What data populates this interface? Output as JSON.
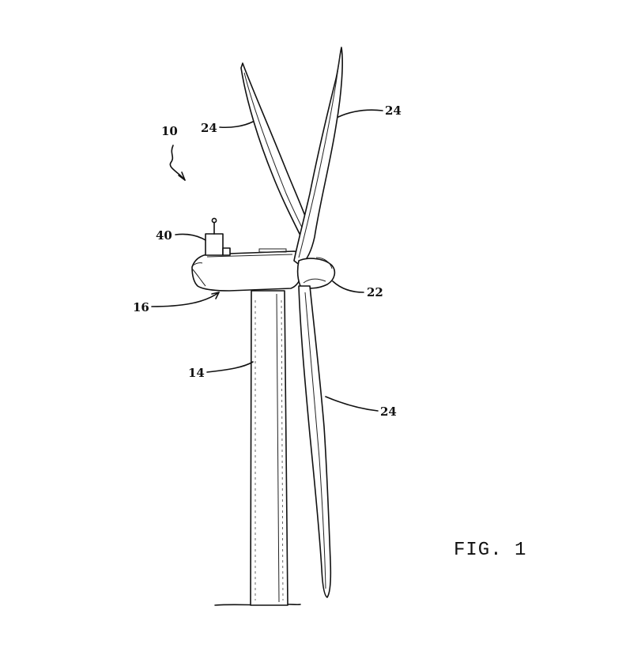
{
  "labels": {
    "assembly": "10",
    "blade_upper_left": "24",
    "blade_upper_right": "24",
    "blade_lower": "24",
    "sensor": "40",
    "nacelle": "16",
    "hub": "22",
    "tower": "14"
  },
  "figure_caption": "FIG. 1",
  "colors": {
    "ink": "#111111",
    "paper": "#ffffff"
  }
}
